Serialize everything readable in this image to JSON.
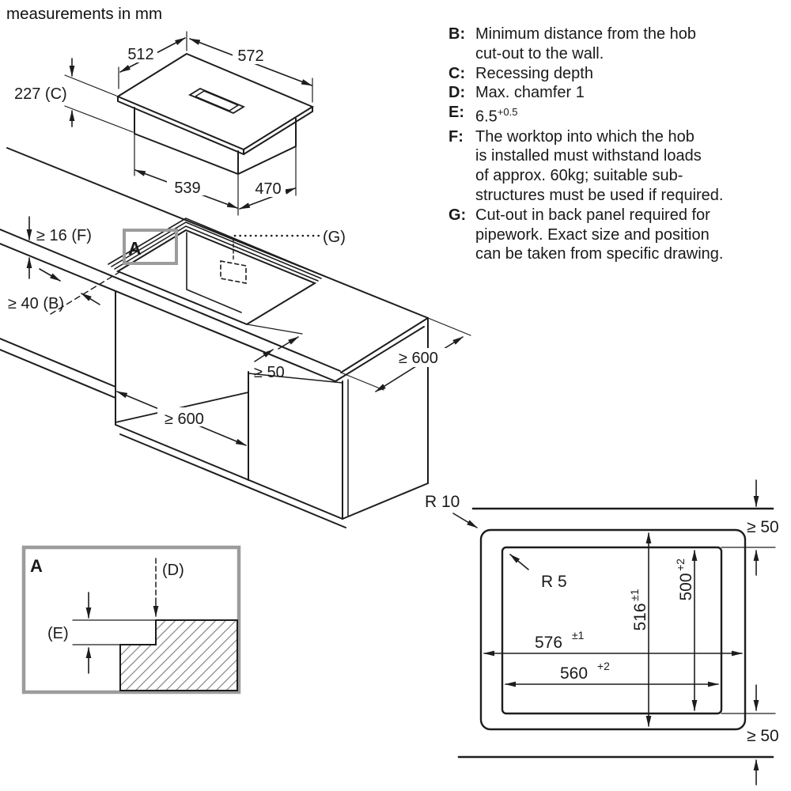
{
  "title": "measurements in mm",
  "colors": {
    "line": "#1d1d1d",
    "gray_border": "#9c9c9c"
  },
  "legend": {
    "rows": [
      {
        "k": "B:",
        "t": "Minimum distance from the hob"
      },
      {
        "k": "",
        "t": "cut-out to the wall."
      },
      {
        "k": "C:",
        "t": "Recessing depth"
      },
      {
        "k": "D:",
        "t": "Max. chamfer 1"
      },
      {
        "k": "E:",
        "t": "6.5",
        "sup": "+0.5"
      },
      {
        "k": "F:",
        "t": "The worktop into which the hob"
      },
      {
        "k": "",
        "t": "is installed must withstand loads"
      },
      {
        "k": "",
        "t": "of approx. 60kg; suitable sub-"
      },
      {
        "k": "",
        "t": "structures must be used if required."
      },
      {
        "k": "G:",
        "t": "Cut-out in back panel required for"
      },
      {
        "k": "",
        "t": "pipework. Exact size and position"
      },
      {
        "k": "",
        "t": "can be taken from specific drawing."
      }
    ]
  },
  "hob": {
    "width_back": "512",
    "width_front": "572",
    "recess_depth": "227 (C)",
    "body_width": "539",
    "body_depth": "470"
  },
  "install": {
    "worktop_thickness": "≥ 16 (F)",
    "wall_distance": "≥ 40 (B)",
    "detail_marker": "A",
    "back_panel": "(G)",
    "front_distance": "≥ 50",
    "side_clearance": "≥ 600",
    "interior_depth": "≥ 600"
  },
  "detail": {
    "marker": "A",
    "chamfer": "(D)",
    "step_depth": "(E)"
  },
  "cutout": {
    "outer_radius": "R 10",
    "inner_radius": "R 5",
    "outer_width": "576",
    "outer_width_tol": "±1",
    "inner_width": "560",
    "inner_width_tol": "+2",
    "outer_height": "516",
    "outer_height_tol": "±1",
    "inner_height": "500",
    "inner_height_tol": "+2",
    "wall_gap_top": "≥ 50",
    "wall_gap_bottom": "≥ 50"
  }
}
